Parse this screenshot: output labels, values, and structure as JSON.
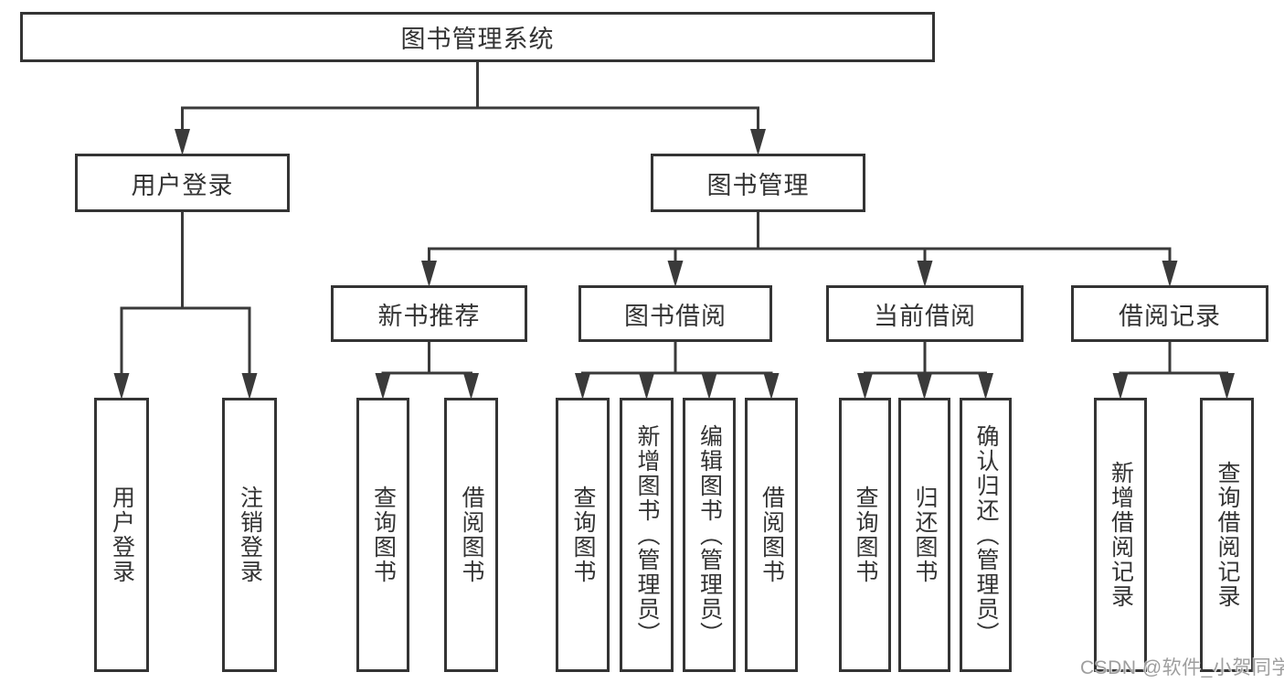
{
  "diagram": {
    "title": "图书管理系统",
    "nodes": [
      {
        "id": "root",
        "label": "图书管理系统"
      },
      {
        "id": "user-login",
        "label": "用户登录"
      },
      {
        "id": "book-mgmt",
        "label": "图书管理"
      },
      {
        "id": "new-rec",
        "label": "新书推荐"
      },
      {
        "id": "borrow",
        "label": "图书借阅"
      },
      {
        "id": "current",
        "label": "当前借阅"
      },
      {
        "id": "records",
        "label": "借阅记录"
      },
      {
        "id": "login",
        "label": "用户登录"
      },
      {
        "id": "logout",
        "label": "注销登录"
      },
      {
        "id": "nr-query",
        "label": "查询图书"
      },
      {
        "id": "nr-borrow",
        "label": "借阅图书"
      },
      {
        "id": "b-query",
        "label": "查询图书"
      },
      {
        "id": "b-add",
        "label": "新增图书（管理员）"
      },
      {
        "id": "b-edit",
        "label": "编辑图书（管理员）"
      },
      {
        "id": "b-borrow",
        "label": "借阅图书"
      },
      {
        "id": "c-query",
        "label": "查询图书"
      },
      {
        "id": "c-return",
        "label": "归还图书"
      },
      {
        "id": "c-confirm",
        "label": "确认归还（管理员）"
      },
      {
        "id": "r-add",
        "label": "新增借阅记录"
      },
      {
        "id": "r-query",
        "label": "查询借阅记录"
      }
    ],
    "hierarchy": {
      "root": [
        "user-login",
        "book-mgmt"
      ],
      "user-login": [
        "login",
        "logout"
      ],
      "book-mgmt": [
        "new-rec",
        "borrow",
        "current",
        "records"
      ],
      "new-rec": [
        "nr-query",
        "nr-borrow"
      ],
      "borrow": [
        "b-query",
        "b-add",
        "b-edit",
        "b-borrow"
      ],
      "current": [
        "c-query",
        "c-return",
        "c-confirm"
      ],
      "records": [
        "r-add",
        "r-query"
      ]
    },
    "colors": {
      "line": "#3a3a3a",
      "box_border": "#343434",
      "box_fill": "#ffffff",
      "text": "#333333",
      "background": "#ffffff",
      "watermark": "#9e9e9e"
    }
  },
  "watermark": {
    "text": "CSDN @软件_小贺同学"
  }
}
